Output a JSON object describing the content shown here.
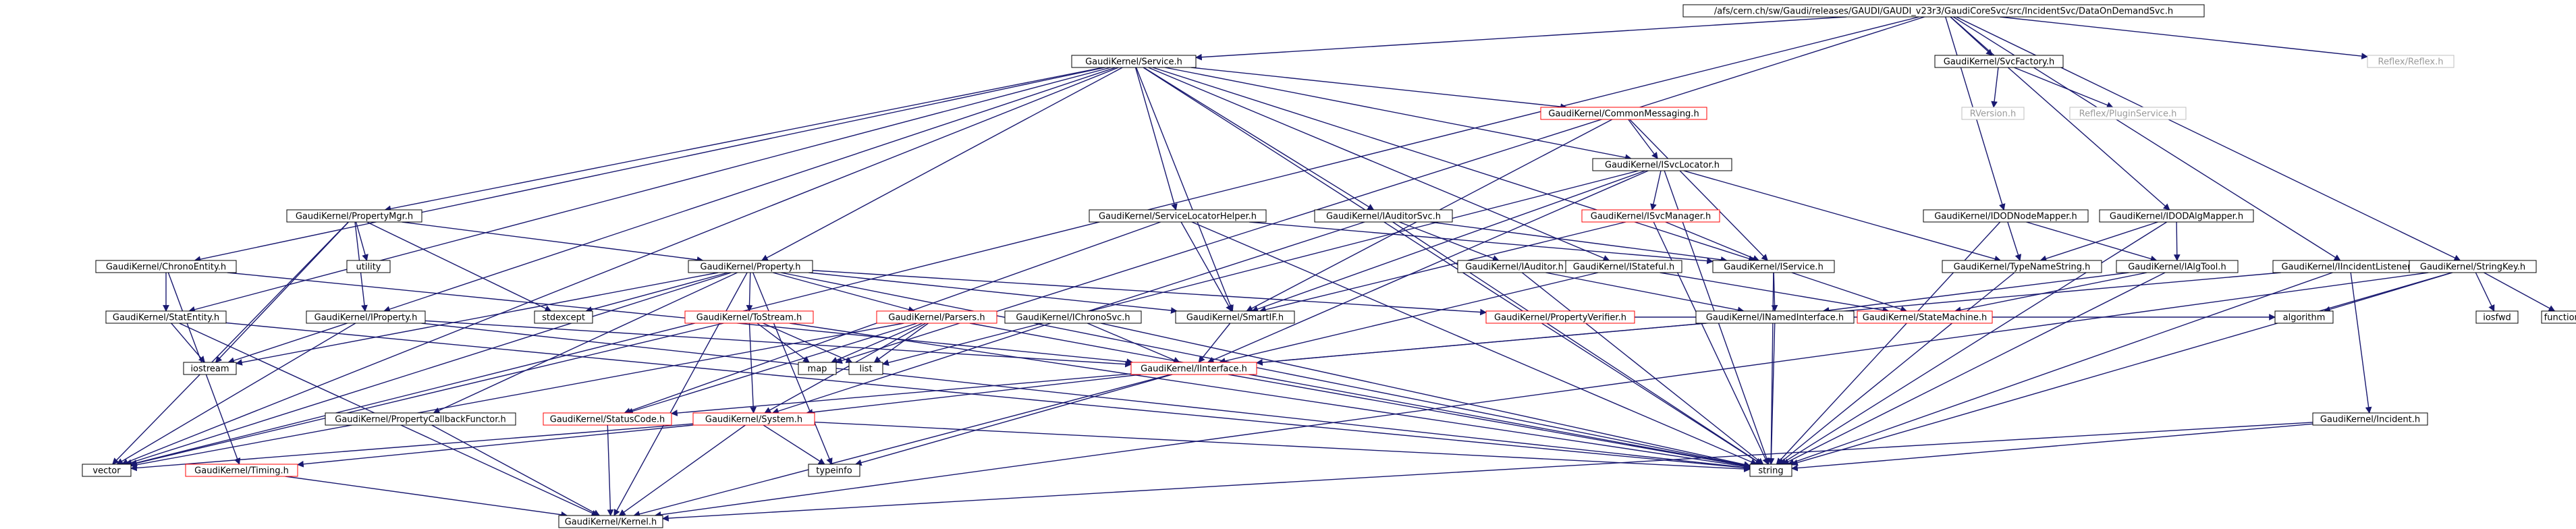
{
  "diagram": {
    "background": "#ffffff",
    "colors": {
      "edge": "#191970",
      "node_border": "#000000",
      "node_highlight": "#ff0000",
      "missing_border": "#bfbfbf",
      "root_fill": "#bfbfbf"
    },
    "nodes": [
      {
        "id": "root",
        "label": "/afs/cern.ch/sw/Gaudi/releases/GAUDI/GAUDI_v23r3/GaudiCoreSvc/src/IncidentSvc/DataOnDemandSvc.h",
        "style": "root"
      },
      {
        "id": "service",
        "label": "GaudiKernel/Service.h",
        "style": "normal"
      },
      {
        "id": "svcfactory",
        "label": "GaudiKernel/SvcFactory.h",
        "style": "normal"
      },
      {
        "id": "reflex",
        "label": "Reflex/Reflex.h",
        "style": "missing"
      },
      {
        "id": "rversion",
        "label": "RVersion.h",
        "style": "missing"
      },
      {
        "id": "pluginsvc",
        "label": "Reflex/PluginService.h",
        "style": "missing"
      },
      {
        "id": "commonmsg",
        "label": "GaudiKernel/CommonMessaging.h",
        "style": "red"
      },
      {
        "id": "isvclocator",
        "label": "GaudiKernel/ISvcLocator.h",
        "style": "normal"
      },
      {
        "id": "isvcmanager",
        "label": "GaudiKernel/ISvcManager.h",
        "style": "red"
      },
      {
        "id": "propertymgr",
        "label": "GaudiKernel/PropertyMgr.h",
        "style": "normal"
      },
      {
        "id": "utility",
        "label": "utility",
        "style": "normal"
      },
      {
        "id": "chronoentity",
        "label": "GaudiKernel/ChronoEntity.h",
        "style": "normal"
      },
      {
        "id": "statentity",
        "label": "GaudiKernel/StatEntity.h",
        "style": "normal"
      },
      {
        "id": "iostream",
        "label": "iostream",
        "style": "normal"
      },
      {
        "id": "iproperty",
        "label": "GaudiKernel/IProperty.h",
        "style": "normal"
      },
      {
        "id": "property",
        "label": "GaudiKernel/Property.h",
        "style": "normal"
      },
      {
        "id": "stdexcept",
        "label": "stdexcept",
        "style": "normal"
      },
      {
        "id": "tostream",
        "label": "GaudiKernel/ToStream.h",
        "style": "red"
      },
      {
        "id": "parsers",
        "label": "GaudiKernel/Parsers.h",
        "style": "red"
      },
      {
        "id": "ichronosvc",
        "label": "GaudiKernel/IChronoSvc.h",
        "style": "normal"
      },
      {
        "id": "map",
        "label": "map",
        "style": "normal"
      },
      {
        "id": "list",
        "label": "list",
        "style": "normal"
      },
      {
        "id": "servicelocatorhelper",
        "label": "GaudiKernel/ServiceLocatorHelper.h",
        "style": "normal"
      },
      {
        "id": "iauditorsvc",
        "label": "GaudiKernel/IAuditorSvc.h",
        "style": "normal"
      },
      {
        "id": "iauditor",
        "label": "GaudiKernel/IAuditor.h",
        "style": "normal"
      },
      {
        "id": "smartifh",
        "label": "GaudiKernel/SmartIF.h",
        "style": "normal"
      },
      {
        "id": "propertyverifier",
        "label": "GaudiKernel/PropertyVerifier.h",
        "style": "red"
      },
      {
        "id": "istateful",
        "label": "GaudiKernel/IStateful.h",
        "style": "normal"
      },
      {
        "id": "iservice",
        "label": "GaudiKernel/IService.h",
        "style": "normal"
      },
      {
        "id": "inamedinterface",
        "label": "GaudiKernel/INamedInterface.h",
        "style": "normal"
      },
      {
        "id": "statemachine",
        "label": "GaudiKernel/StateMachine.h",
        "style": "red"
      },
      {
        "id": "iinterface",
        "label": "GaudiKernel/IInterface.h",
        "style": "red"
      },
      {
        "id": "propertycallback",
        "label": "GaudiKernel/PropertyCallbackFunctor.h",
        "style": "normal"
      },
      {
        "id": "statuscode",
        "label": "GaudiKernel/StatusCode.h",
        "style": "red"
      },
      {
        "id": "system",
        "label": "GaudiKernel/System.h",
        "style": "red"
      },
      {
        "id": "typeinfo",
        "label": "typeinfo",
        "style": "normal"
      },
      {
        "id": "timing",
        "label": "GaudiKernel/Timing.h",
        "style": "red"
      },
      {
        "id": "vector",
        "label": "vector",
        "style": "normal"
      },
      {
        "id": "kernel",
        "label": "GaudiKernel/Kernel.h",
        "style": "normal"
      },
      {
        "id": "string",
        "label": "string",
        "style": "normal"
      },
      {
        "id": "iodatamgr",
        "label": "GaudiKernel/IDODNodeMapper.h",
        "style": "normal"
      },
      {
        "id": "iodalgmapper",
        "label": "GaudiKernel/IDODAlgMapper.h",
        "style": "normal"
      },
      {
        "id": "typenamestring",
        "label": "GaudiKernel/TypeNameString.h",
        "style": "normal"
      },
      {
        "id": "ialgtool",
        "label": "GaudiKernel/IAlgTool.h",
        "style": "normal"
      },
      {
        "id": "iincidentlistener",
        "label": "GaudiKernel/IIncidentListener.h",
        "style": "normal"
      },
      {
        "id": "incident",
        "label": "GaudiKernel/Incident.h",
        "style": "normal"
      },
      {
        "id": "algorithm",
        "label": "algorithm",
        "style": "normal"
      },
      {
        "id": "stringkey",
        "label": "GaudiKernel/StringKey.h",
        "style": "normal"
      },
      {
        "id": "iosfwd",
        "label": "iosfwd",
        "style": "normal"
      },
      {
        "id": "functional",
        "label": "functional",
        "style": "normal"
      }
    ],
    "edges": [
      [
        "root",
        "service"
      ],
      [
        "root",
        "svcfactory"
      ],
      [
        "root",
        "reflex"
      ],
      [
        "root",
        "iodatamgr"
      ],
      [
        "root",
        "iodalgmapper"
      ],
      [
        "root",
        "iincidentlistener"
      ],
      [
        "root",
        "stringkey"
      ],
      [
        "root",
        "vector"
      ],
      [
        "root",
        "map"
      ],
      [
        "svcfactory",
        "rversion"
      ],
      [
        "svcfactory",
        "pluginsvc"
      ],
      [
        "service",
        "commonmsg"
      ],
      [
        "service",
        "isvclocator"
      ],
      [
        "service",
        "propertymgr"
      ],
      [
        "service",
        "iproperty"
      ],
      [
        "service",
        "property"
      ],
      [
        "service",
        "servicelocatorhelper"
      ],
      [
        "service",
        "iauditorsvc"
      ],
      [
        "service",
        "smartifh"
      ],
      [
        "service",
        "istateful"
      ],
      [
        "service",
        "iservice"
      ],
      [
        "service",
        "chronoentity"
      ],
      [
        "service",
        "statentity"
      ],
      [
        "service",
        "vector"
      ],
      [
        "service",
        "string"
      ],
      [
        "commonmsg",
        "isvclocator"
      ],
      [
        "commonmsg",
        "iservice"
      ],
      [
        "commonmsg",
        "smartifh"
      ],
      [
        "isvclocator",
        "isvcmanager"
      ],
      [
        "isvclocator",
        "iinterface"
      ],
      [
        "isvclocator",
        "smartifh"
      ],
      [
        "isvclocator",
        "typenamestring"
      ],
      [
        "isvclocator",
        "list"
      ],
      [
        "isvclocator",
        "string"
      ],
      [
        "isvcmanager",
        "iservice"
      ],
      [
        "isvcmanager",
        "smartifh"
      ],
      [
        "isvcmanager",
        "string"
      ],
      [
        "propertymgr",
        "utility"
      ],
      [
        "propertymgr",
        "stdexcept"
      ],
      [
        "propertymgr",
        "iproperty"
      ],
      [
        "propertymgr",
        "property"
      ],
      [
        "propertymgr",
        "iostream"
      ],
      [
        "propertymgr",
        "vector"
      ],
      [
        "chronoentity",
        "statentity"
      ],
      [
        "chronoentity",
        "iinterface"
      ],
      [
        "chronoentity",
        "timing"
      ],
      [
        "statentity",
        "iostream"
      ],
      [
        "statentity",
        "kernel"
      ],
      [
        "statentity",
        "string"
      ],
      [
        "iproperty",
        "iinterface"
      ],
      [
        "iproperty",
        "iostream"
      ],
      [
        "iproperty",
        "vector"
      ],
      [
        "iproperty",
        "string"
      ],
      [
        "property",
        "stdexcept"
      ],
      [
        "property",
        "tostream"
      ],
      [
        "property",
        "parsers"
      ],
      [
        "property",
        "smartifh"
      ],
      [
        "property",
        "propertycallback"
      ],
      [
        "property",
        "propertyverifier"
      ],
      [
        "property",
        "kernel"
      ],
      [
        "property",
        "iostream"
      ],
      [
        "property",
        "typeinfo"
      ],
      [
        "property",
        "string"
      ],
      [
        "property",
        "vector"
      ],
      [
        "tostream",
        "map"
      ],
      [
        "tostream",
        "list"
      ],
      [
        "tostream",
        "vector"
      ],
      [
        "tostream",
        "string"
      ],
      [
        "tostream",
        "system"
      ],
      [
        "parsers",
        "map"
      ],
      [
        "parsers",
        "list"
      ],
      [
        "parsers",
        "vector"
      ],
      [
        "parsers",
        "string"
      ],
      [
        "parsers",
        "statuscode"
      ],
      [
        "parsers",
        "system"
      ],
      [
        "ichronosvc",
        "iinterface"
      ],
      [
        "ichronosvc",
        "string"
      ],
      [
        "servicelocatorhelper",
        "iservice"
      ],
      [
        "servicelocatorhelper",
        "smartifh"
      ],
      [
        "servicelocatorhelper",
        "string"
      ],
      [
        "servicelocatorhelper",
        "statuscode"
      ],
      [
        "iauditorsvc",
        "iauditor"
      ],
      [
        "iauditorsvc",
        "iservice"
      ],
      [
        "iauditorsvc",
        "string"
      ],
      [
        "iauditorsvc",
        "system"
      ],
      [
        "iauditor",
        "inamedinterface"
      ],
      [
        "iauditor",
        "string"
      ],
      [
        "smartifh",
        "iinterface"
      ],
      [
        "propertyverifier",
        "algorithm"
      ],
      [
        "istateful",
        "iinterface"
      ],
      [
        "istateful",
        "statemachine"
      ],
      [
        "iservice",
        "inamedinterface"
      ],
      [
        "iservice",
        "statemachine"
      ],
      [
        "iservice",
        "string"
      ],
      [
        "inamedinterface",
        "iinterface"
      ],
      [
        "inamedinterface",
        "string"
      ],
      [
        "iinterface",
        "statuscode"
      ],
      [
        "iinterface",
        "system"
      ],
      [
        "iinterface",
        "typeinfo"
      ],
      [
        "iinterface",
        "kernel"
      ],
      [
        "iinterface",
        "string"
      ],
      [
        "propertycallback",
        "kernel"
      ],
      [
        "statuscode",
        "kernel"
      ],
      [
        "system",
        "typeinfo"
      ],
      [
        "system",
        "kernel"
      ],
      [
        "system",
        "timing"
      ],
      [
        "system",
        "vector"
      ],
      [
        "system",
        "string"
      ],
      [
        "timing",
        "kernel"
      ],
      [
        "iodatamgr",
        "typenamestring"
      ],
      [
        "iodatamgr",
        "ialgtool"
      ],
      [
        "iodatamgr",
        "string"
      ],
      [
        "iodalgmapper",
        "typenamestring"
      ],
      [
        "iodalgmapper",
        "ialgtool"
      ],
      [
        "iodalgmapper",
        "string"
      ],
      [
        "typenamestring",
        "string"
      ],
      [
        "ialgtool",
        "inamedinterface"
      ],
      [
        "ialgtool",
        "statemachine"
      ],
      [
        "ialgtool",
        "string"
      ],
      [
        "iincidentlistener",
        "iinterface"
      ],
      [
        "iincidentlistener",
        "incident"
      ],
      [
        "iincidentlistener",
        "string"
      ],
      [
        "incident",
        "kernel"
      ],
      [
        "incident",
        "string"
      ],
      [
        "stringkey",
        "algorithm"
      ],
      [
        "stringkey",
        "iosfwd"
      ],
      [
        "stringkey",
        "functional"
      ],
      [
        "stringkey",
        "string"
      ],
      [
        "stringkey",
        "kernel"
      ]
    ]
  }
}
